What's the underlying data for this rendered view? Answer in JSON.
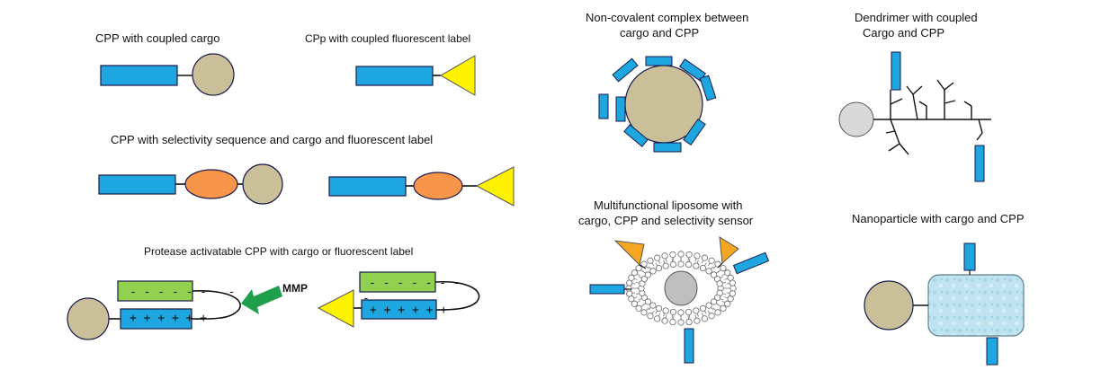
{
  "labels": {
    "cpp_cargo": "CPP with coupled cargo",
    "cpp_fluor": "CPp with coupled fluorescent label",
    "cpp_selectivity": "CPP with selectivity sequence and cargo and fluorescent label",
    "protease": "Protease activatable CPP with cargo or fluorescent label",
    "noncovalent_line1": "Non-covalent complex between",
    "noncovalent_line2": "cargo and CPP",
    "dendrimer_line1": "Dendrimer with coupled",
    "dendrimer_line2": "Cargo and CPP",
    "liposome_line1": "Multifunctional liposome with",
    "liposome_line2": "cargo, CPP and selectivity sensor",
    "nanoparticle": "Nanoparticle with cargo and CPP"
  },
  "protease": {
    "minus": "- - - - - - - -",
    "minus2": "- - - - - - -",
    "plus": "+ + + + + +",
    "plus2": "+ + + + + +",
    "mmp": "MMP",
    "lone_minus": "-"
  },
  "colors": {
    "cpp_blue": "#1ea6e0",
    "cargo_tan": "#c9bf98",
    "fluor_yellow": "#fff200",
    "select_orange": "#f7954a",
    "acid_green": "#92d050",
    "arrow_green": "#1f9e4c",
    "sensor_orange": "#f5a623",
    "dendrimer_gray": "#d9d9d9",
    "liposome_core": "#bfbfbf",
    "nano_fill": "#b7e1ee"
  }
}
